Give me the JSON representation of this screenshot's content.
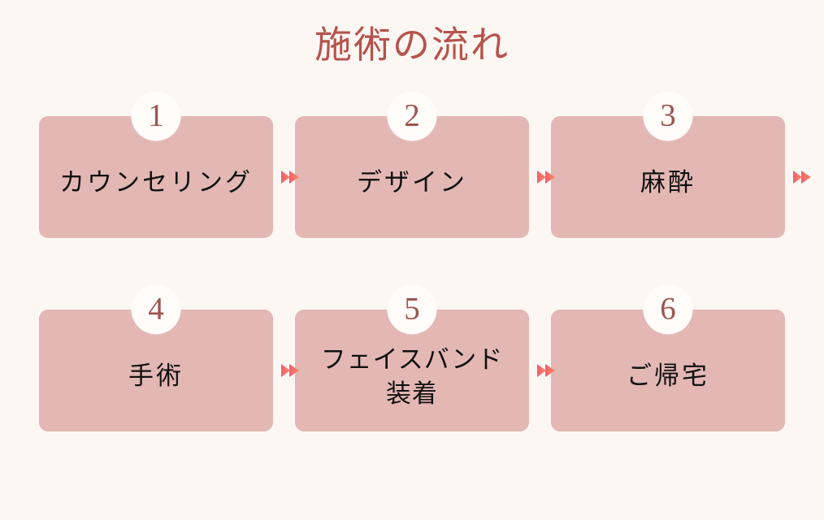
{
  "page": {
    "title": "施術の流れ",
    "background_color": "#fdf7f3",
    "title_color": "#b5544c",
    "card_color": "#e3b8b4",
    "badge_background_color": "#fffcfa",
    "badge_number_color": "#9e5550",
    "label_color": "#111111",
    "arrow_gradient_from": "#ef5f72",
    "arrow_gradient_to": "#f98a5f"
  },
  "flow": {
    "rows": [
      {
        "steps": [
          {
            "number": "1",
            "label": "カウンセリング",
            "arrow_after": true
          },
          {
            "number": "2",
            "label": "デザイン",
            "arrow_after": true
          },
          {
            "number": "3",
            "label": "麻酔",
            "arrow_after": true
          }
        ]
      },
      {
        "steps": [
          {
            "number": "4",
            "label": "手術",
            "arrow_after": true
          },
          {
            "number": "5",
            "label": "フェイスバンド\n装着",
            "arrow_after": true
          },
          {
            "number": "6",
            "label": "ご帰宅",
            "arrow_after": false
          }
        ]
      }
    ]
  }
}
